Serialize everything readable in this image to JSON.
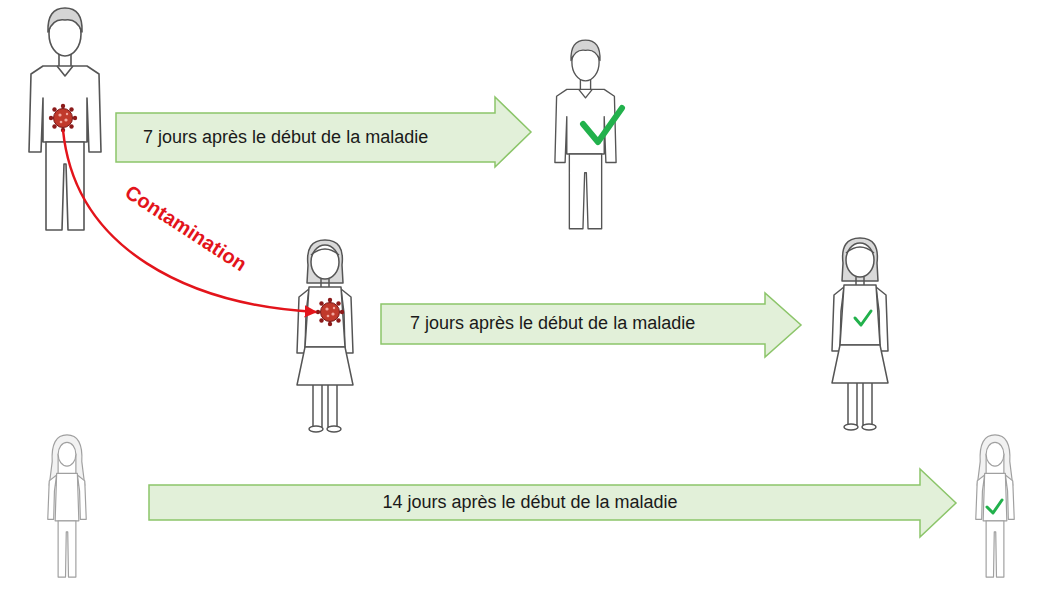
{
  "diagram": {
    "nodes": [
      {
        "text": [
          "7 jours après le début de la maladie"
        ]
      },
      {
        "text": [
          "7 jours après le début de la maladie"
        ]
      },
      {
        "text": [
          "14 jours après le début de la maladie"
        ]
      }
    ],
    "labels": [
      "Contamination"
    ]
  }
}
